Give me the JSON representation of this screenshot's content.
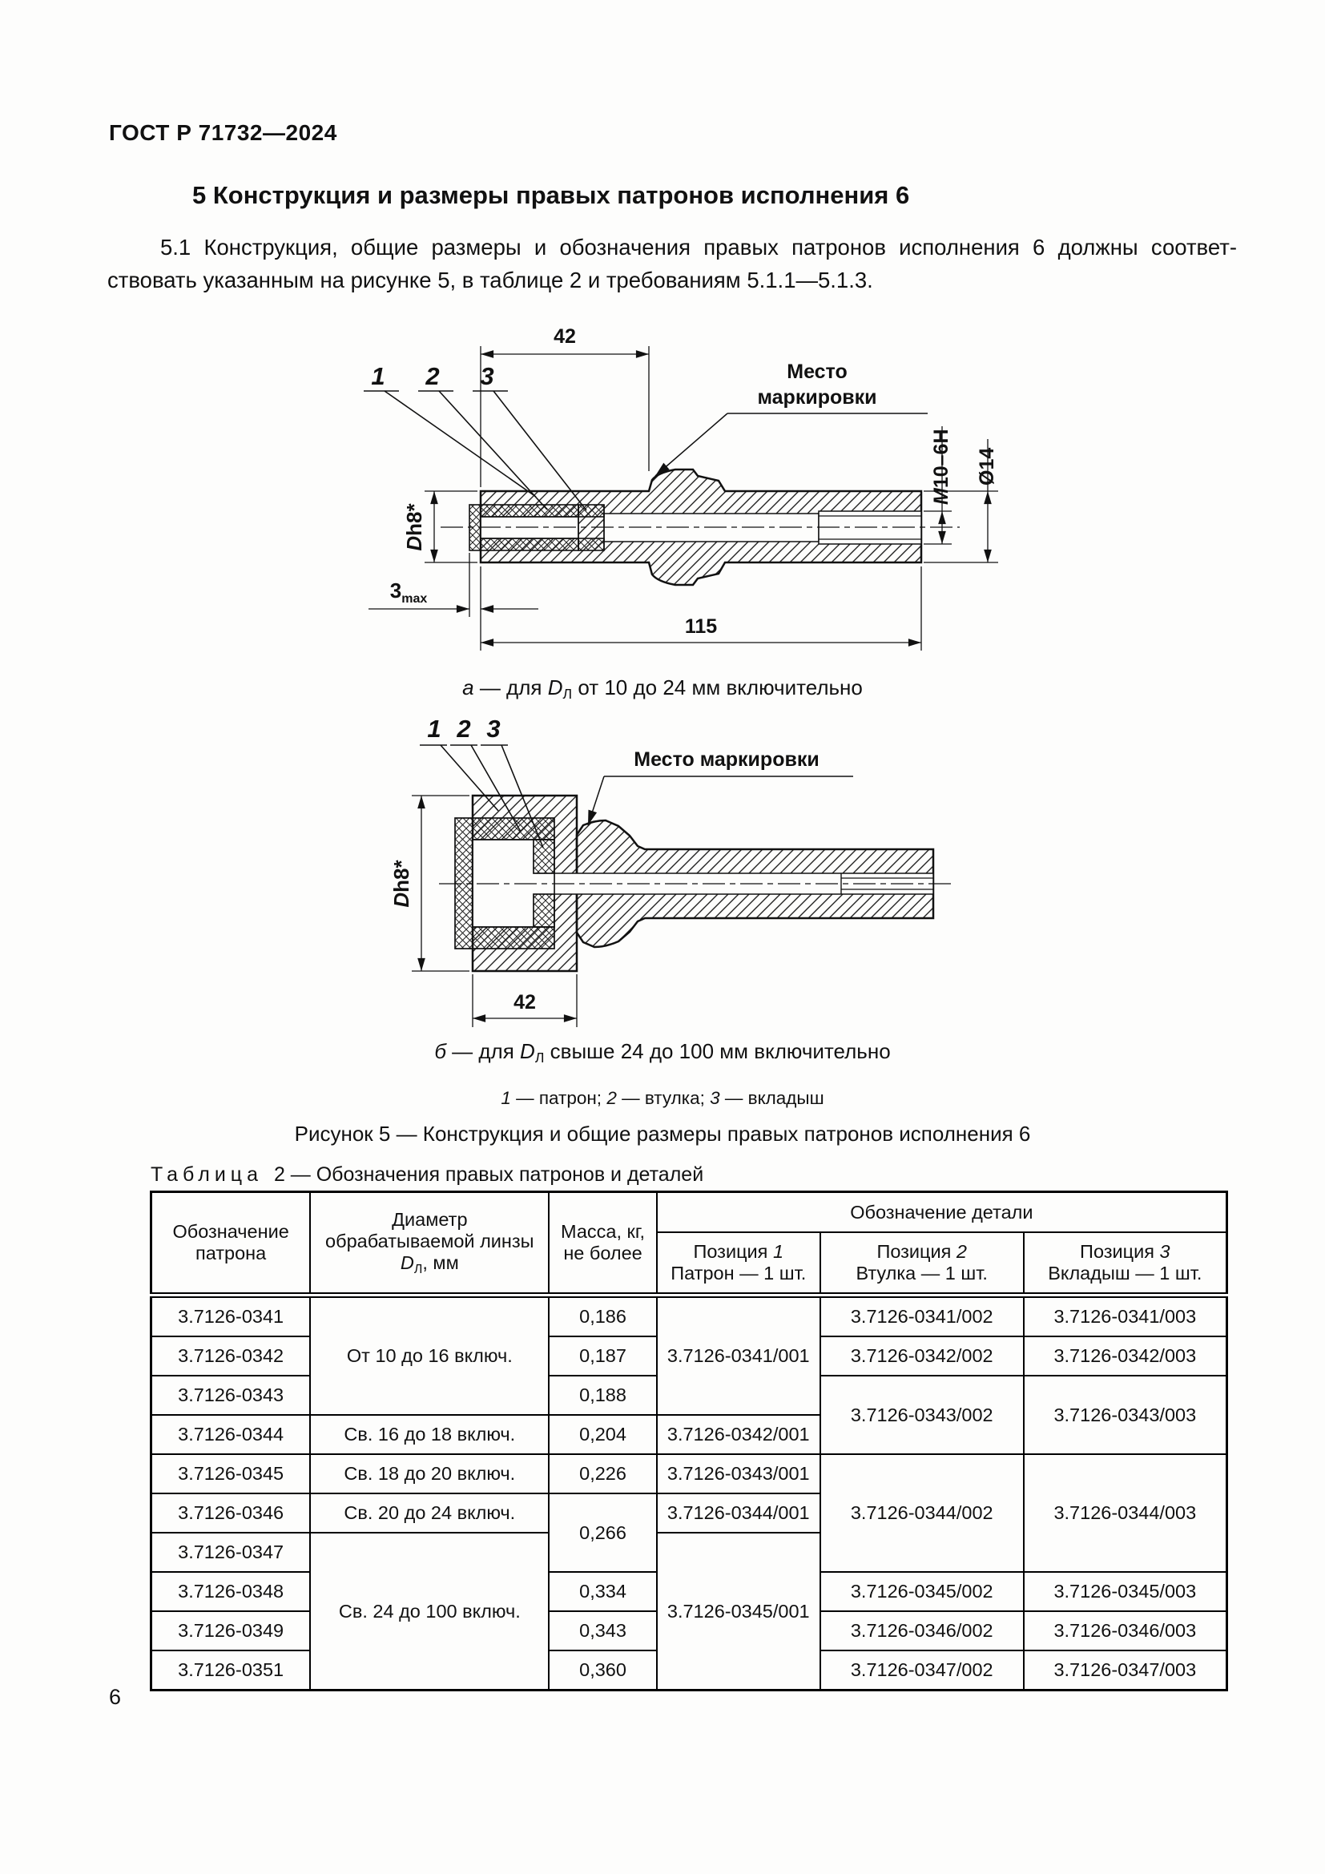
{
  "page": {
    "number": "6"
  },
  "doc_number": "ГОСТ Р 71732—2024",
  "section": {
    "heading": "5 Конструкция и размеры правых патронов исполнения 6",
    "para_line1": "5.1 Конструкция, общие размеры и обозначения правых патронов исполнения 6 должны соответ-",
    "para_line2": "ствовать указанным на рисунке 5, в таблице 2 и требованиям 5.1.1—5.1.3."
  },
  "fig_a": {
    "dim_42": "42",
    "dim_115": "115",
    "dim_d": {
      "d": "D",
      "rest": "h8*"
    },
    "dim_3": {
      "num": "3",
      "sub": "max"
    },
    "thread": {
      "m": "M",
      "rest": "10–6H"
    },
    "diameter": "Ø14",
    "marking_line1": "Место",
    "marking_line2": "маркировки",
    "callout_1": "1",
    "callout_2": "2",
    "callout_3": "3",
    "caption": {
      "letter": "а",
      "dash": " — для ",
      "d": "D",
      "sub": "Л",
      "rest": " от 10 до 24 мм включительно"
    }
  },
  "fig_b": {
    "dim_42": "42",
    "dim_d": {
      "d": "D",
      "rest": "h8*"
    },
    "marking": "Место маркировки",
    "callout_1": "1",
    "callout_2": "2",
    "callout_3": "3",
    "caption": {
      "letter": "б",
      "dash": " — для ",
      "d": "D",
      "sub": "Л",
      "rest": " свыше 24 до 100 мм включительно"
    }
  },
  "legend": {
    "n1": "1",
    "t1": " — патрон; ",
    "n2": "2",
    "t2": " — втулка; ",
    "n3": "3",
    "t3": " — вкладыш"
  },
  "figure_caption": "Рисунок 5 — Конструкция и общие размеры правых патронов исполнения 6",
  "table": {
    "title": {
      "word": "Таблица",
      "num": "2",
      "rest": " — Обозначения правых патронов и деталей"
    },
    "header": {
      "col1_l1": "Обозначение",
      "col1_l2": "патрона",
      "col2_l1": "Диаметр",
      "col2_l2": "обрабатываемой линзы",
      "col2_d": "D",
      "col2_sub": "Л",
      "col2_unit": ", мм",
      "col3_l1": "Масса, кг,",
      "col3_l2": "не более",
      "group": "Обозначение детали",
      "pos1_label": "Позиция ",
      "pos1_num": "1",
      "pos1_sub": "Патрон — 1 шт.",
      "pos2_label": "Позиция ",
      "pos2_num": "2",
      "pos2_sub": "Втулка — 1 шт.",
      "pos3_label": "Позиция ",
      "pos3_num": "3",
      "pos3_sub": "Вкладыш — 1 шт."
    },
    "codes": [
      "3.7126-0341",
      "3.7126-0342",
      "3.7126-0343",
      "3.7126-0344",
      "3.7126-0345",
      "3.7126-0346",
      "3.7126-0347",
      "3.7126-0348",
      "3.7126-0349",
      "3.7126-0351"
    ],
    "diameters": {
      "r1_3": "От 10 до 16 включ.",
      "r4": "Св. 16 до 18 включ.",
      "r5": "Св. 18 до 20 включ.",
      "r6": "Св. 20 до 24 включ.",
      "r7_10": "Св. 24 до 100 включ."
    },
    "masses": {
      "r1": "0,186",
      "r2": "0,187",
      "r3": "0,188",
      "r4": "0,204",
      "r5": "0,226",
      "r6_7": "0,266",
      "r8": "0,334",
      "r9": "0,343",
      "r10": "0,360"
    },
    "pos1": {
      "r1_3": "3.7126-0341/001",
      "r4": "3.7126-0342/001",
      "r5": "3.7126-0343/001",
      "r6": "3.7126-0344/001",
      "r7_10": "3.7126-0345/001"
    },
    "pos2": {
      "r1": "3.7126-0341/002",
      "r2": "3.7126-0342/002",
      "r3_4": "3.7126-0343/002",
      "r5_7": "3.7126-0344/002",
      "r8": "3.7126-0345/002",
      "r9": "3.7126-0346/002",
      "r10": "3.7126-0347/002"
    },
    "pos3": {
      "r1": "3.7126-0341/003",
      "r2": "3.7126-0342/003",
      "r3_4": "3.7126-0343/003",
      "r5_7": "3.7126-0344/003",
      "r8": "3.7126-0345/003",
      "r9": "3.7126-0346/003",
      "r10": "3.7126-0347/003"
    }
  }
}
